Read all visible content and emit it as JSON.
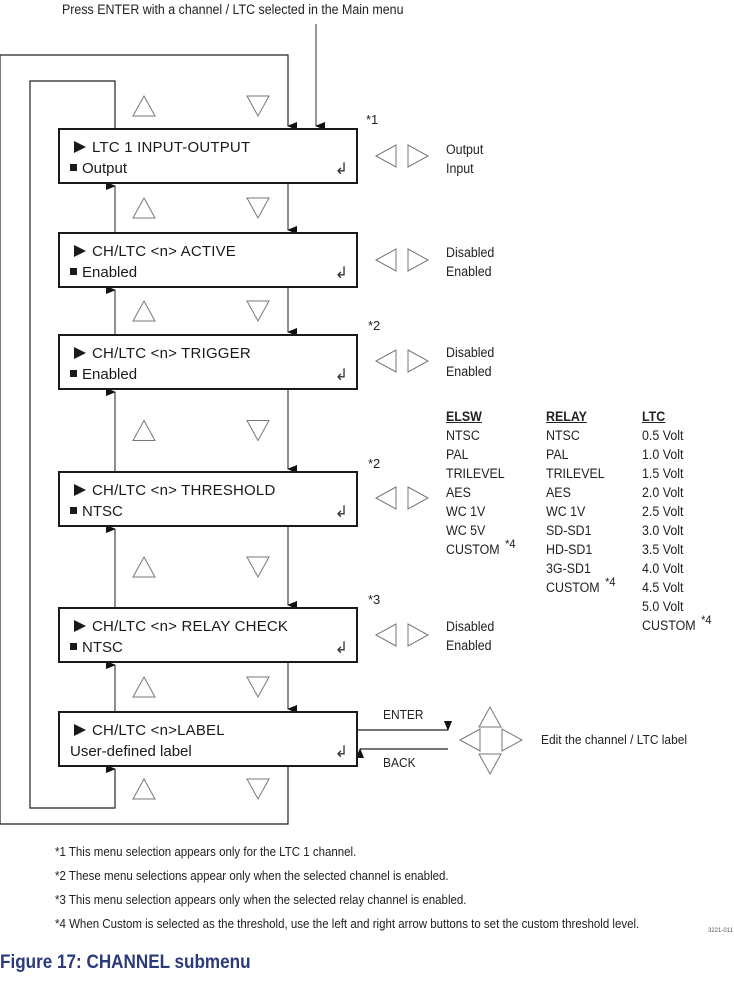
{
  "header_note": "Press ENTER with a channel / LTC selected in the Main menu",
  "menus": [
    {
      "id": "ltc-input-output",
      "title": "LTC 1 INPUT-OUTPUT",
      "value": "Output",
      "value_icon": "square-bullet",
      "note": "*1",
      "options": [
        "Output",
        "Input"
      ]
    },
    {
      "id": "active",
      "title": "CH/LTC <n> ACTIVE",
      "value": "Enabled",
      "value_icon": "square-bullet",
      "note": "",
      "options": [
        "Disabled",
        "Enabled"
      ]
    },
    {
      "id": "trigger",
      "title": "CH/LTC <n> TRIGGER",
      "value": "Enabled",
      "value_icon": "square-bullet",
      "note": "*2",
      "options": [
        "Disabled",
        "Enabled"
      ]
    },
    {
      "id": "threshold",
      "title": "CH/LTC <n> THRESHOLD",
      "value": "NTSC",
      "value_icon": "square-bullet",
      "note": "*2",
      "options": []
    },
    {
      "id": "relay-check",
      "title": "CH/LTC <n> RELAY CHECK",
      "value": "NTSC",
      "value_icon": "square-bullet",
      "note": "*3",
      "options": [
        "Disabled",
        "Enabled"
      ]
    },
    {
      "id": "label",
      "title": "CH/LTC <n>LABEL",
      "value": "User-defined label",
      "value_icon": "none",
      "note": "",
      "options": []
    }
  ],
  "threshold_columns": [
    {
      "header": "ELSW",
      "items": [
        "NTSC",
        "PAL",
        "TRILEVEL",
        "AES",
        "WC 1V",
        "WC 5V",
        "CUSTOM"
      ],
      "custom_note": "*4"
    },
    {
      "header": "RELAY",
      "items": [
        "NTSC",
        "PAL",
        "TRILEVEL",
        "AES",
        "WC 1V",
        "SD-SD1",
        "HD-SD1",
        "3G-SD1",
        "CUSTOM"
      ],
      "custom_note": "*4"
    },
    {
      "header": "LTC",
      "items": [
        "0.5 Volt",
        "1.0 Volt",
        "1.5 Volt",
        "2.0 Volt",
        "2.5 Volt",
        "3.0 Volt",
        "3.5 Volt",
        "4.0 Volt",
        "4.5 Volt",
        "5.0 Volt",
        "CUSTOM"
      ],
      "custom_note": "*4"
    }
  ],
  "label_edit": {
    "enter_label": "ENTER",
    "back_label": "BACK",
    "description": "Edit the channel / LTC label"
  },
  "icons": {
    "menu_title_marker": "triangle-right-icon",
    "enter_key": "enter-return-icon",
    "nav_up": "arrow-up-outline-icon",
    "nav_down": "arrow-down-outline-icon",
    "nav_left": "arrow-left-outline-icon",
    "nav_right": "arrow-right-outline-icon"
  },
  "enter_glyph": "↲",
  "footnotes": [
    "*1  This menu selection appears only for the LTC 1 channel.",
    "*2  These menu selections appear only when the selected channel is enabled.",
    "*3  This menu selection appears only when the selected relay channel is enabled.",
    "*4  When Custom is selected as the threshold, use the left and right arrow buttons to set the custom threshold level."
  ],
  "figure_id": "3221-011",
  "figure_caption": "Figure 17: CHANNEL submenu"
}
